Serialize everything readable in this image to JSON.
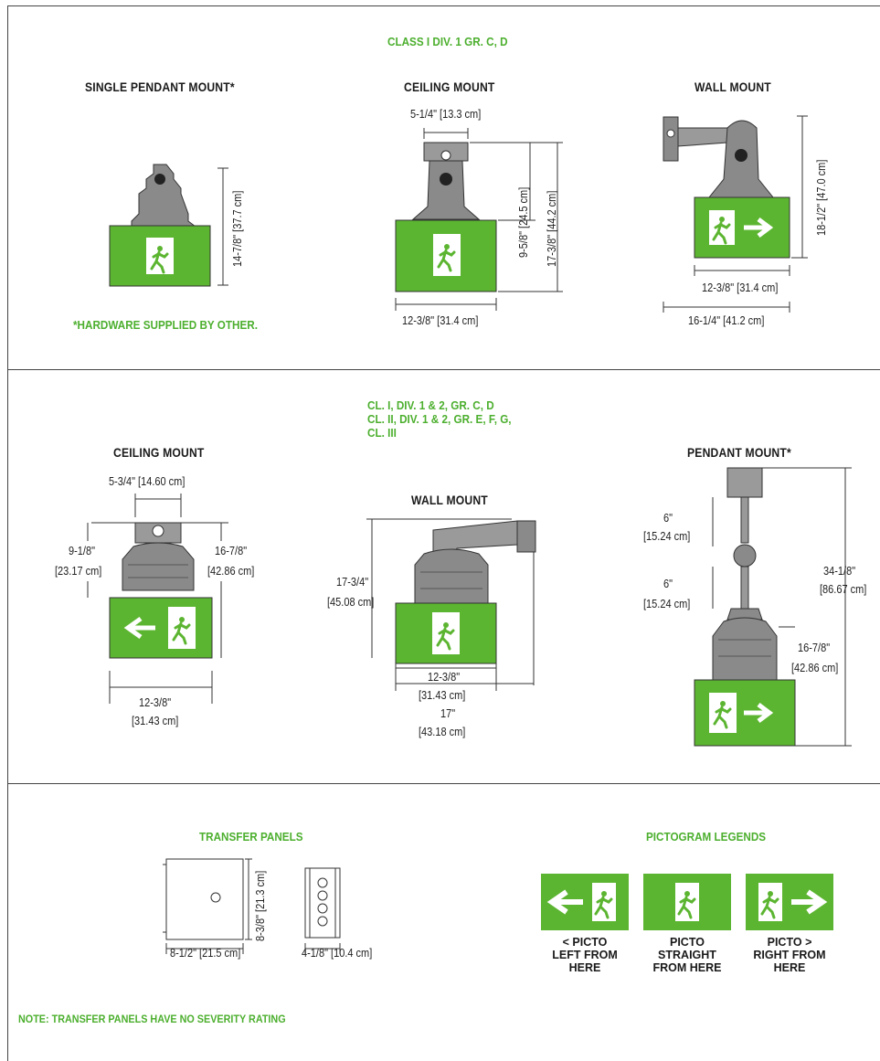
{
  "section1": {
    "heading": "CLASS I DIV. 1 GR. C, D",
    "single_pendant": {
      "title": "SINGLE PENDANT MOUNT*",
      "height": "14-7/8\" [37.7 cm]",
      "note": "*HARDWARE SUPPLIED BY OTHER."
    },
    "ceiling": {
      "title": "CEILING MOUNT",
      "top_width": "5-1/4\" [13.3 cm]",
      "partial_height": "9-5/8\" [24.5 cm]",
      "height": "17-3/8\" [44.2 cm]",
      "width": "12-3/8\" [31.4 cm]"
    },
    "wall": {
      "title": "WALL MOUNT",
      "height": "18-1/2\" [47.0 cm]",
      "width": "12-3/8\" [31.4 cm]",
      "depth": "16-1/4\" [41.2 cm]"
    }
  },
  "section2": {
    "heading_lines": [
      "CL. I, DIV. 1 & 2, GR. C, D",
      "CL. II, DIV. 1 & 2, GR. E, F, G,",
      "CL. III"
    ],
    "ceiling": {
      "title": "CEILING MOUNT",
      "top_width": "5-3/4\" [14.60 cm]",
      "left_h1": "9-1/8\"",
      "left_h2": "[23.17 cm]",
      "right_h1": "16-7/8\"",
      "right_h2": "[42.86 cm]",
      "w1": "12-3/8\"",
      "w2": "[31.43 cm]"
    },
    "wall": {
      "title": "WALL MOUNT",
      "h1": "17-3/4\"",
      "h2": "[45.08 cm]",
      "w1": "12-3/8\"",
      "w2": "[31.43 cm]",
      "d1": "17\"",
      "d2": "[43.18 cm]"
    },
    "pendant": {
      "title": "PENDANT MOUNT*",
      "s1a": "6\"",
      "s1b": "[15.24 cm]",
      "s2a": "6\"",
      "s2b": "[15.24 cm]",
      "t1": "34-1/8\"",
      "t2": "[86.67 cm]",
      "b1": "16-7/8\"",
      "b2": "[42.86 cm]"
    }
  },
  "section3": {
    "transfer": {
      "title": "TRANSFER PANELS",
      "height": "8-3/8\" [21.3 cm]",
      "width": "8-1/2\" [21.5 cm]",
      "depth": "4-1/8\" [10.4 cm]"
    },
    "pictograms": {
      "title": "PICTOGRAM LEGENDS",
      "left": [
        "< PICTO",
        "LEFT FROM",
        "HERE"
      ],
      "straight": [
        "PICTO",
        "STRAIGHT",
        "FROM HERE"
      ],
      "right": [
        "PICTO >",
        "RIGHT FROM",
        "HERE"
      ]
    },
    "note": "NOTE: TRANSFER PANELS HAVE NO SEVERITY RATING"
  },
  "colors": {
    "sign_green": "#5cb531",
    "heading_green": "#4caf2e",
    "line": "#444444"
  }
}
